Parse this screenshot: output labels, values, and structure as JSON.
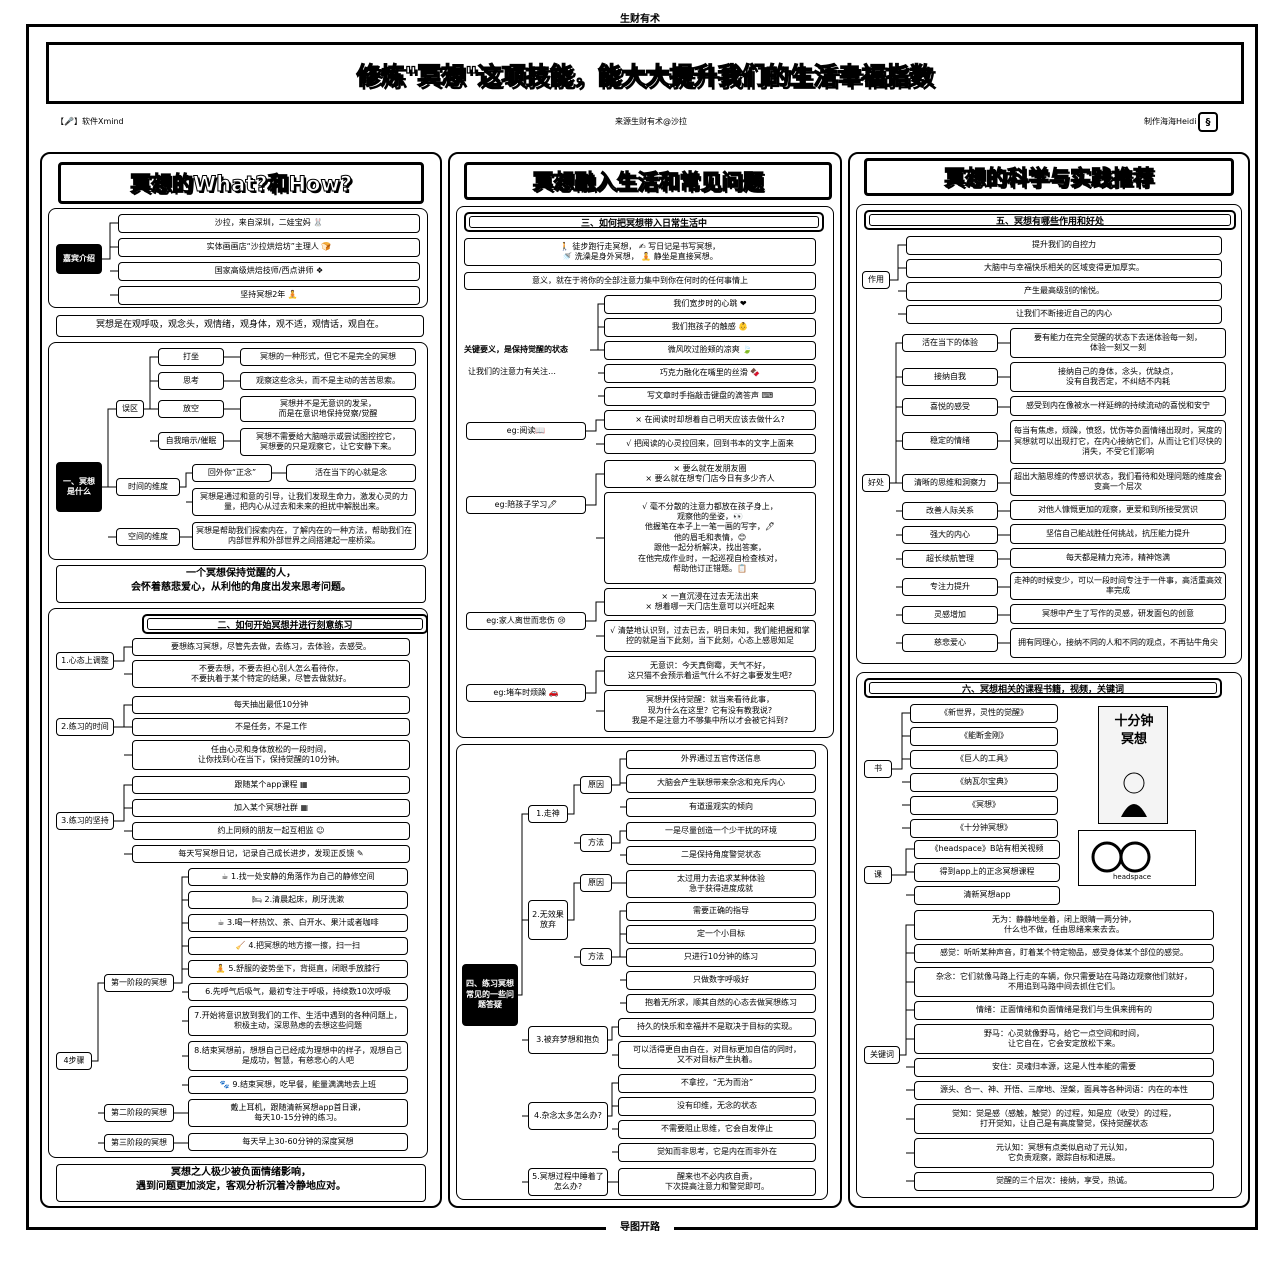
{
  "top": "生财有术",
  "bottom": "导图开路",
  "title": "修炼\"冥想\"这项技能，能大大提升我们的生活幸福指数",
  "meta": {
    "left": "【🎤】软件Xmind",
    "center": "来源生财有术@沙拉",
    "right": "制作海海Heidi"
  },
  "c1": {
    "title": "冥想的What?和How?",
    "intro": {
      "label": "嘉宾介绍",
      "items": [
        "沙拉，来自深圳，二娃宝妈 🐰",
        "实体画画店“沙拉烘焙坊”主理人 🍞",
        "国家高级烘焙技师/西点讲师 ❖",
        "坚持冥想2年 🧘"
      ]
    },
    "def": "冥想是在观呼吸，观念头，观情绪，观身体，观不适，观情话，观自在。",
    "what": {
      "label": "一、冥想是什么",
      "n1": "误区",
      "n11": "打坐",
      "n12": "思考",
      "n13": "放空",
      "n14": "自我暗示/催眠",
      "d11": "冥想的一种形式，但它不是完全的冥想",
      "d12": "观察这些念头，而不是主动的苦苦思索。",
      "d13": "冥想并不是无意识的发呆，\n而是在意识地保持觉察/觉醒",
      "d14": "冥想不需要给大脑暗示或尝试图控控它，\n冥想要的只是观察它，让它安静下来。",
      "n2": "时间的维度",
      "n21": "回外你“正念”",
      "d21": "活在当下的心就是念",
      "d22": "冥想是通过和意的引导，让我们发现生命力，激发心灵的力量，把内心从过去和未来的担扰中解脱出来。",
      "n3": "空间的维度",
      "d31": "冥想是帮助我们探索内在，了解内在的一种方法，帮助我们在内部世界和外部世界之间搭建起一座桥梁。"
    },
    "quote1": "一个冥想保持觉醒的人，\n会怀着慈悲爱心，从利他的角度出发来思考问题。",
    "how": {
      "hdr": "二、如何开始冥想并进行刻意练习",
      "s1": "1.心态上调整",
      "s1a": "要想练习冥想，尽管先去做，去练习，去体验，去感受。",
      "s1b": "不要去想，不要去担心别人怎么看待你，\n不要执着于某个特定的结果，尽管去做就好。",
      "s2": "2.练习的时间",
      "s2a": "每天抽出最低10分钟",
      "s2b": "不是任务，不是工作",
      "s2c": "任由心灵和身体放松的一段时间，\n让你找到心在当下，保持觉醒的10分钟。",
      "s3": "3.练习的坚持",
      "s3a": "跟随某个app课程 ▦",
      "s3b": "加入某个冥想社群 ▦",
      "s3c": "约上同频的朋友一起互相监 ☺",
      "s3d": "每天写冥想日记，记录自己成长进步，发现正反馈 ✎",
      "s4": "4步骤",
      "p1": "第一阶段的冥想",
      "p2": "第二阶段的冥想",
      "p3": "第三阶段的冥想",
      "st": [
        "☕ 1.找一处安静的角落作为自己的静修空间",
        "🛏 2.清晨起床，刷牙洗漱",
        "☕ 3.喝一杯热饮、茶、白开水、果汁或者咖啡",
        "🧹 4.把冥想的地方擦一擦，扫一扫",
        "🧘 5.舒服的姿势坐下，背挺直，闭眼手放膝行",
        "6.先呼气后吸气，最初专注于呼吸，持续数10次呼吸",
        "7.开始将意识放到我们的工作、生活中遇到的各种问题上，积极主动，深思熟虑的去想这些问题",
        "8.结束冥想前，想想自己已经成为理想中的样子，观想自己是成功，智慧，有慈悲心的人吧",
        "🐾 9.结束冥想，吃早餐，能量满满地去上班"
      ],
      "p2d": "戴上耳机，跟随清新冥想app首日课，\n每天10-15分钟的练习。",
      "p3d": "每天早上30-60分钟的深度冥想"
    },
    "quote2": "冥想之人极少被负面情绪影响，\n遇到问题更加淡定，客观分析沉着冷静地应对。"
  },
  "c2": {
    "title": "冥想融入生活和常见问题",
    "s3": {
      "hdr": "三、如何把冥想带入日常生活中",
      "top1": "🚶 徒步跑行走冥想， ✍ 写日记是书写冥想，\n🚿 洗澡是身外冥想， 🧘 静坐是直接冥想。",
      "top2": "意义，就在于将你的全部注意力集中到你在何时的任何事情上",
      "key": "关键要义，是保持觉醒的状态",
      "sub": "让我们的注意力有关注…",
      "k": [
        "我们宽步时的心跳 ❤",
        "我们抱孩子的触感 👶",
        "微风吹过脸颊的凉爽 🍃",
        "巧克力融化在嘴里的丝滑 🍫",
        "写文章时手指敲击键盘的滴答声 ⌨"
      ],
      "e1": "eg:阅读📖",
      "e1a": "× 在阅读时却想着自己明天应该去做什么?",
      "e1b": "√ 把阅读的心灵拉回来，回到书本的文字上面来",
      "e2": "eg:陪孩子学习🖊",
      "e2a": "× 要么就在发朋友圈\n× 要么就在想专门店今日有多少齐人",
      "e2b": "√ 毫不分散的注意力都放在孩子身上，\n观察他的坐姿，👀\n他握笔在本子上一笔一画的写字，🖊\n他的眉毛和表情，😊\n跟他一起分析解决，找出答案，\n在他完成作业时，一起巡视自检查核对，\n帮助他订正错题。📋",
      "e3": "eg:家人离世而悲伤 😢",
      "e3a": "× 一直沉浸在过去无法出来\n× 想着哪一天门店生意可以兴旺起来",
      "e3b": "√ 清楚地认识到，过去已去，明日未知，我们能把握和掌控的就是当下此刻，当下此刻，心态上感恩知足",
      "e4": "eg:堵车时烦躁 🚗",
      "e4a": "无意识：今天真倒霉，天气不好，\n这只猫不会预示着运气什么不好之事要发生吧?",
      "e4b": "冥想并保持觉醒：就当来看待此事，\n现为什么在这里？它有没有教我说?\n我是不是注意力不够集中所以才会被它抖到?"
    },
    "s4": {
      "label": "四、练习冥想常见的一些问题答疑",
      "q1": "1.走神",
      "q1a": "原因",
      "q1b": "方法",
      "q1a1": "外界通过五官传送信息",
      "q1a2": "大脑会产生联想带来杂念和充斥内心",
      "q1a3": "有道遥观实的倾向",
      "q1b1": "一是尽量创造一个少干扰的环境",
      "q1b2": "二是保持角度警觉状态",
      "q2": "2.无效果放弃",
      "q2a": "原因",
      "q2b": "方法",
      "q2a1": "太过用力去追求某种体验\n急于获得进度成就",
      "q2b1": "需要正确的指导",
      "q2b2": "定一个小目标",
      "q2b3": "只进行10分钟的练习",
      "q2b4": "只做数字呼吸好",
      "q2b5": "抱着无所求，顺其自然的心态去做冥想练习",
      "q3": "3.被弃梦想和抱负",
      "q3a": "持久的快乐和幸福并不是取决于目标的实现。",
      "q3b": "可以活得更自由自在，对目标更加自信的同时，\n又不对目标产生执着。",
      "q4": "4.杂念太多怎么办?",
      "q4a": "不拿控，“无为而治”",
      "q4b": "没有印维，无念的状态",
      "q4c": "不需要阻止思维，它会自发停止",
      "q4d": "觉知而非思考，它是内在而非外在",
      "q5": "5.冥想过程中睡着了怎么办?",
      "q5a": "醒来也不必内疚自责，\n下次提高注意力和警觉即可。"
    }
  },
  "c3": {
    "title": "冥想的科学与实践推荐",
    "s5": {
      "hdr": "五、冥想有哪些作用和好处",
      "zy": "作用",
      "zys": [
        "提升我们的自控力",
        "大脑中与幸福快乐相关的区域变得更加厚实。",
        "产生最高级别的愉悦。",
        "让我们不断接近自己的内心"
      ],
      "hc": "好处",
      "hcl": [
        "活在当下的体验",
        "接纳自我",
        "喜悦的感受",
        "稳定的情绪",
        "清晰的思维和洞察力",
        "改善人际关系",
        "强大的内心",
        "超长续航管理",
        "专注力提升",
        "灵感增加",
        "慈悲爱心"
      ],
      "hcd": [
        "要有能力在完全觉醒的状态下去迷体验每一刻，\n体验一刻又一刻",
        "接纳自己的身体，念头，优缺点，\n没有自我否定，不纠结不内耗",
        "感受到内在像被水一样延绵的持续流动的喜悦和安宁",
        "每当有焦虑，烦躁，愤怒，忧伤等负面情绪出现时，冥度的冥想就可以出现打它，在内心接纳它们，从而让它们尽快的消失，不受它们影响",
        "超出大脑思维的传感识状态，我们看待和处理问题的维度会变高一个层次",
        "对他人慷慨更加的观察，更爱和到所接受赏识",
        "坚信自己能战胜任何挑战，抗压能力提升",
        "每天都是精力充沛，精神饱满",
        "走神的时候变少，可以一段时间专注于一件事，高活重高效率完成",
        "冥想中产生了写作的灵感，研发面包的创意",
        "拥有同理心，接纳不同的人和不同的观点，不再钻牛角尖"
      ]
    },
    "s6": {
      "hdr": "六、冥想相关的课程书籍，视频，关键词",
      "shu": "书",
      "books": [
        "《新世界，灵性的觉醒》",
        "《能断金刚》",
        "《巨人的工具》",
        "《纳瓦尔宝典》",
        "《冥想》",
        "《十分钟冥想》"
      ],
      "cover": "十分钟\n冥想",
      "ke": "课",
      "courses": [
        "《headspace》B站有相关视频",
        "得到app上的正念冥想课程",
        "清新冥想app"
      ],
      "logo2": "headspace",
      "gj": "关键词",
      "kw": [
        "无为：静静地坐着，闭上眼睛一两分钟，\n什么也不做，任由思绪来来去去。",
        "感觉：听听某种声音，盯着某个特定物品，感受身体某个部位的感觉。",
        "杂念：它们就像马路上行走的车辆，你只需要站在马路边观察他们就好，\n不用追到马路中间去抓住它们。",
        "情绪：正面情绪和负面情绪是我们与生俱来拥有的",
        "野马：心灵就像野马，给它一点空间和时间，\n让它自在，它会安定放松下来。",
        "安住：灵魂归本源，这是人性本能的需要",
        "源头、合一、神、开悟、三摩地、涅槃，面具等各种词语：内在的本性",
        "觉知：觉是感（感触，触觉）的过程，知是应（收受）的过程，\n打开觉知，让自己是有高度警觉，保持觉醒状态",
        "元认知：冥想有点类似启动了元认知，\n它负责观察，跟踪自标和进展。",
        "觉醒的三个层次：接纳，享受，热诚。"
      ]
    }
  }
}
